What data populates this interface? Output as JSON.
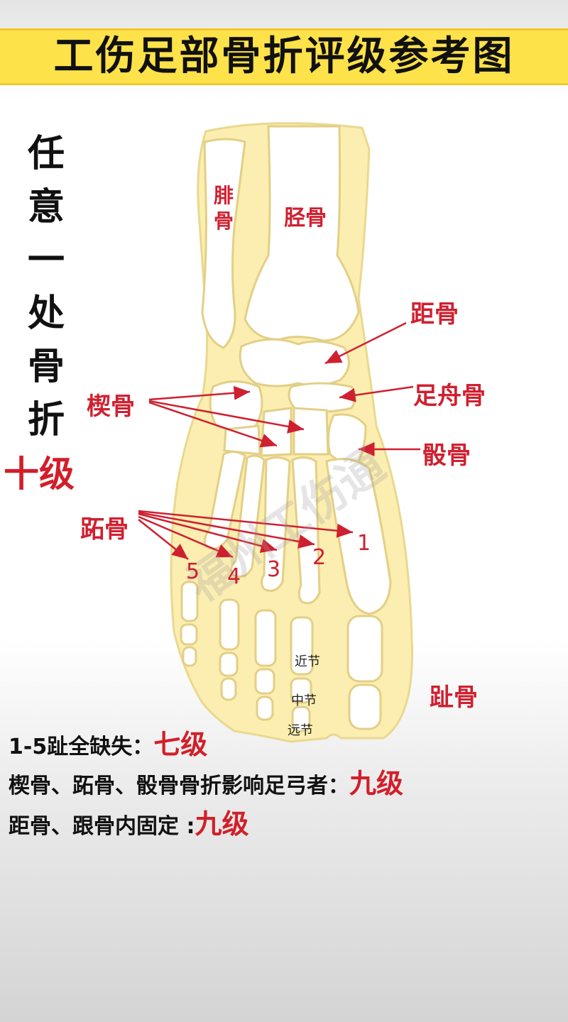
{
  "title": "工伤足部骨折评级参考图",
  "side_label": "任意一处骨折",
  "side_grade": "十级",
  "labels": {
    "fibula": "腓骨",
    "tibia": "胫骨",
    "talus": "距骨",
    "navicular": "足舟骨",
    "cuneiform": "楔骨",
    "cuboid": "骰骨",
    "metatarsal": "跖骨",
    "phalanges": "趾骨",
    "proximal": "近节",
    "middle": "中节",
    "distal": "远节",
    "num1": "1",
    "num2": "2",
    "num3": "3",
    "num4": "4",
    "num5": "5"
  },
  "watermark": "福州工伤通",
  "rules": [
    {
      "text": "1-5趾全缺失：",
      "grade": "七级"
    },
    {
      "text": "楔骨、跖骨、骰骨骨折影响足弓者：",
      "grade": "九级"
    },
    {
      "text": "距骨、跟骨内固定 :",
      "grade": "九级"
    }
  ],
  "colors": {
    "banner": "#fde24a",
    "bone_fill": "#ffffff",
    "soft_tissue": "#fbeeb0",
    "outline": "#e3cf86",
    "label_red": "#cf2030",
    "grade_red": "#d11f2a"
  }
}
